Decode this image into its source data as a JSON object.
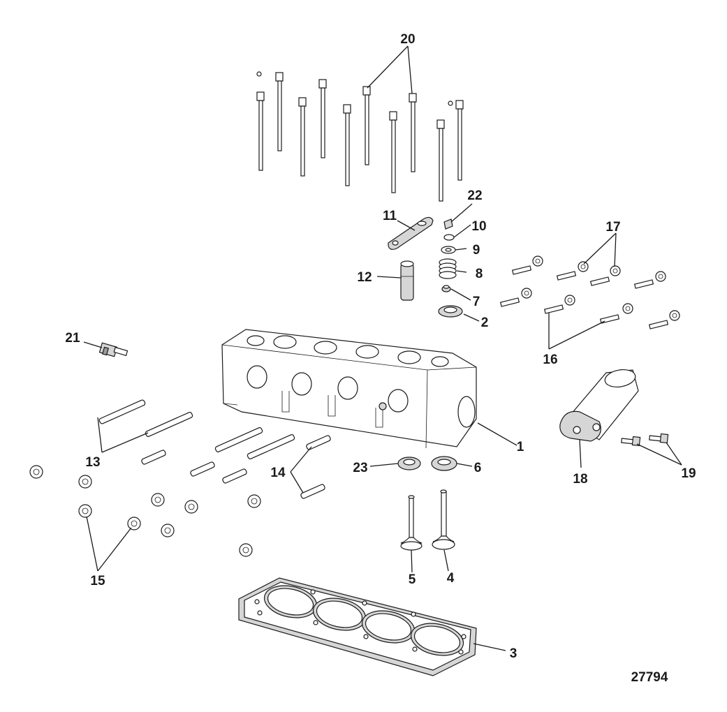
{
  "diagram": {
    "figure_number": "27794",
    "callouts": [
      {
        "id": "c1",
        "label": "1"
      },
      {
        "id": "c2",
        "label": "2"
      },
      {
        "id": "c3",
        "label": "3"
      },
      {
        "id": "c4",
        "label": "4"
      },
      {
        "id": "c5",
        "label": "5"
      },
      {
        "id": "c6",
        "label": "6"
      },
      {
        "id": "c7",
        "label": "7"
      },
      {
        "id": "c8",
        "label": "8"
      },
      {
        "id": "c9",
        "label": "9"
      },
      {
        "id": "c10",
        "label": "10"
      },
      {
        "id": "c11",
        "label": "11"
      },
      {
        "id": "c12",
        "label": "12"
      },
      {
        "id": "c13",
        "label": "13"
      },
      {
        "id": "c14",
        "label": "14"
      },
      {
        "id": "c15",
        "label": "15"
      },
      {
        "id": "c16",
        "label": "16"
      },
      {
        "id": "c17",
        "label": "17"
      },
      {
        "id": "c18",
        "label": "18"
      },
      {
        "id": "c19",
        "label": "19"
      },
      {
        "id": "c20",
        "label": "20"
      },
      {
        "id": "c21",
        "label": "21"
      },
      {
        "id": "c22",
        "label": "22"
      },
      {
        "id": "c23",
        "label": "23"
      }
    ]
  }
}
